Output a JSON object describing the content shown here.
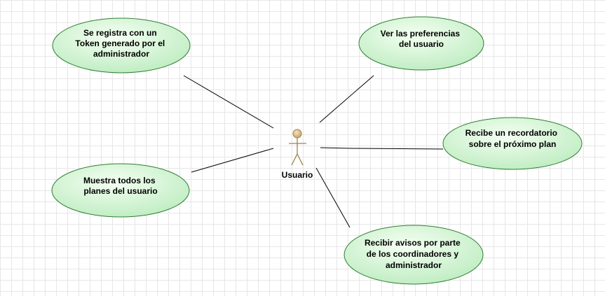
{
  "colors": {
    "usecase_fill_light": "#f4fff2",
    "usecase_fill_dark": "#bdecc0",
    "usecase_border": "#2e7d32",
    "actor_head": "#c9a66b",
    "actor_body": "#a0824a",
    "grid": "#e6e6e6"
  },
  "diagram": {
    "actor": {
      "name": "Usuario"
    },
    "use_cases": [
      {
        "id": "uc-registra-token",
        "lines": [
          "Se registra con un",
          "Token generado por el",
          "administrador"
        ]
      },
      {
        "id": "uc-preferencias",
        "lines": [
          "Ver las preferencias",
          "del usuario"
        ]
      },
      {
        "id": "uc-recordatorio",
        "lines": [
          "Recibe un recordatorio",
          "sobre el próximo plan"
        ]
      },
      {
        "id": "uc-planes",
        "lines": [
          "Muestra todos los",
          "planes del usuario"
        ]
      },
      {
        "id": "uc-avisos",
        "lines": [
          "Recibir avisos por parte",
          "de los coordinadores y",
          "administrador"
        ]
      }
    ]
  }
}
